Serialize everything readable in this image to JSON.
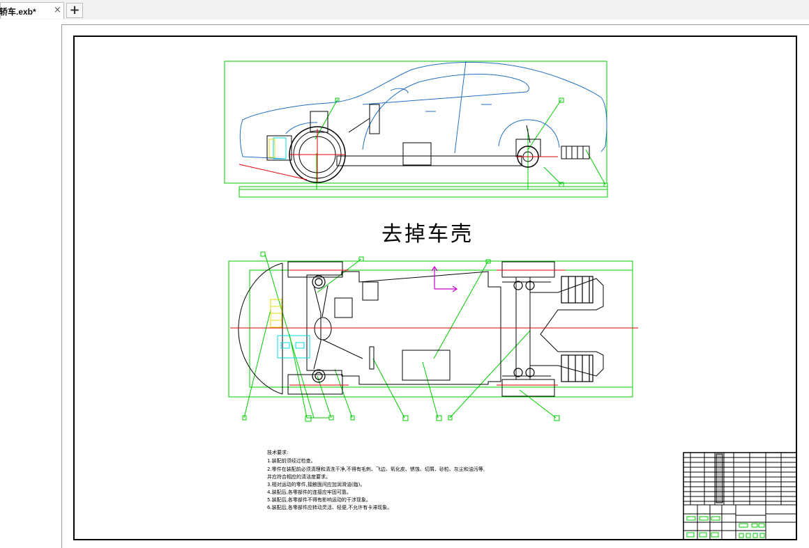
{
  "tabs": [
    {
      "label": "油轿车.exb*",
      "close": "×"
    }
  ],
  "new_tab_label": "+",
  "drawing": {
    "heading": "去掉车壳",
    "tech_title": "技术要求:",
    "tech_lines": [
      "1.装配前须经过检查。",
      "2.零件在装配前必须清理和清洗干净,不得有毛刺、飞边、氧化皮、锈蚀、切屑、砂粒、灰尘和油污等,",
      "并应符合相应的清洁度要求。",
      "3.相对运动的零件,接触面间应加润滑油(脂)。",
      "4.装配后,各零部件的连接应牢固可靠。",
      "5.装配后,各零部件不得有影响运动的干涉现象。",
      "6.装配后,各零部件应转动灵活、轻便,不允许有卡滞现象。"
    ]
  },
  "colors": {
    "frame": "#000000",
    "leader": "#00cc00",
    "body_outline": "#1f6fc4",
    "centerline": "#e00000",
    "battery": "#00d8e8",
    "radiator": "#e8d800",
    "axis_marker": "#d000d0"
  }
}
